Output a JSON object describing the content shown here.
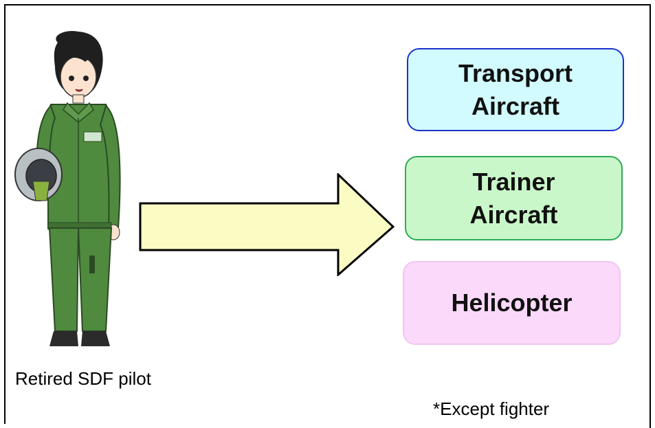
{
  "pilot": {
    "caption": "Retired SDF pilot",
    "figure_icon": "pilot-illustration",
    "suit_color": "#4f8a3f",
    "hair_color": "#1f1f1f"
  },
  "arrow": {
    "fill_color": "#fbfbc4",
    "stroke_color": "#000000"
  },
  "targets": [
    {
      "label": "Transport\nAircraft",
      "fill": "#d1fbff",
      "border": "#1a33cc"
    },
    {
      "label": "Trainer\nAircraft",
      "fill": "#c9f7c9",
      "border": "#2eaa55"
    },
    {
      "label": "Helicopter",
      "fill": "#fbd9fb",
      "border": "#f0c5f0"
    }
  ],
  "note": "*Except fighter"
}
